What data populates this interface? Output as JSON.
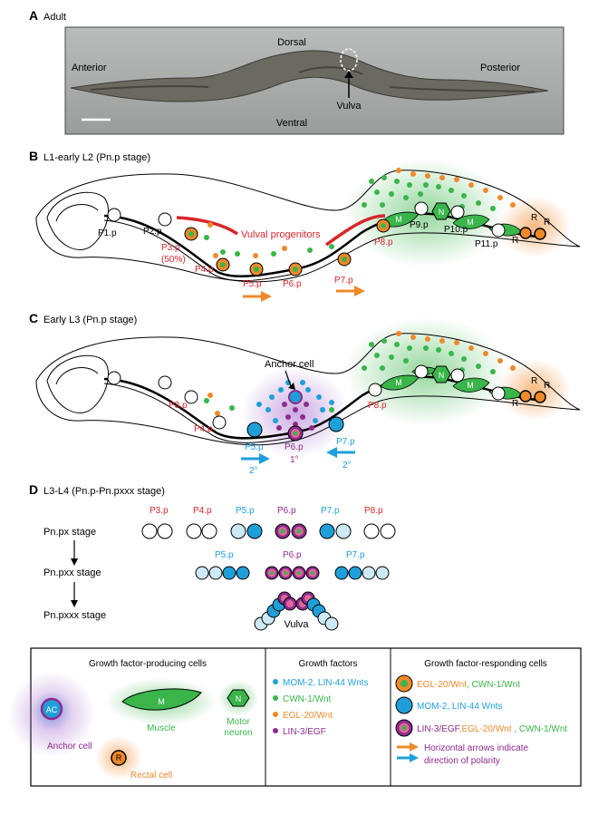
{
  "panel_a": {
    "letter": "A",
    "title": "Adult",
    "labels": {
      "dorsal": "Dorsal",
      "ventral": "Ventral",
      "anterior": "Anterior",
      "posterior": "Posterior",
      "vulva": "Vulva"
    }
  },
  "panel_b": {
    "letter": "B",
    "title": "L1-early L2 (Pn.p stage)",
    "cells": {
      "p1": "P1.p",
      "p2": "P2.p",
      "p3": "P3.p",
      "p3pct": "(50%)",
      "p4": "P4.p",
      "p5": "P5.p",
      "p6": "P6.p",
      "p7": "P7.p",
      "p8": "P8.p",
      "p9": "P9.p",
      "p10": "P10.p",
      "p11": "P11.p"
    },
    "vulval_progenitors": "Vulval progenitors",
    "muscle_letter": "M",
    "neuron_letter": "N",
    "rectal_letter": "R"
  },
  "panel_c": {
    "letter": "C",
    "title": "Early L3 (Pn.p stage)",
    "anchor_cell": "Anchor cell",
    "cells": {
      "p3": "P3.p",
      "p4": "P4.p",
      "p5": "P5.p",
      "p6": "P6.p",
      "p7": "P7.p",
      "p8": "P8.p"
    },
    "fates": {
      "p5": "2°",
      "p6": "1°",
      "p7": "2°"
    }
  },
  "panel_d": {
    "letter": "D",
    "title": "L3-L4 (Pn.p-Pn.pxxx stage)",
    "stages": [
      "Pn.px stage",
      "Pn.pxx stage",
      "Pn.pxxx stage"
    ],
    "row1_labels": [
      "P3.p",
      "P4.p",
      "P5.p",
      "P6.p",
      "P7.p",
      "P8.p"
    ],
    "row2_labels": [
      "P5.p",
      "P6.p",
      "P7.p"
    ],
    "vulva": "Vulva"
  },
  "legend": {
    "producing": {
      "title": "Growth factor-producing cells",
      "ac": "AC",
      "anchor": "Anchor cell",
      "muscle": "Muscle",
      "muscle_letter": "M",
      "motor": "Motor neuron",
      "motor_letter": "N",
      "rectal": "Rectal cell",
      "rectal_letter": "R"
    },
    "factors": {
      "title": "Growth factors",
      "items": [
        "MOM-2, LIN-44 Wnts",
        "CWN-1/Wnt",
        "EGL-20/Wnt",
        "LIN-3/EGF"
      ]
    },
    "responding": {
      "title": "Growth factor-responding cells",
      "r1a": "EGL-20/Wnt",
      "r1b": ", CWN-1/Wnt",
      "r2": "MOM-2, LIN-44 Wnts",
      "r3a": "LIN-3/EGF",
      "r3b": ",EGL-20/Wnt",
      "r3c": " , CWN-1/Wnt",
      "arrows_1": "Horizontal arrows indicate",
      "arrows_2": "direction of polarity"
    }
  },
  "colors": {
    "red": "#d7262b",
    "cyan": "#1e9fd9",
    "lightblue": "#cde9f5",
    "green": "#3ab54a",
    "orange": "#f0892a",
    "purple": "#8e2b8e",
    "pink": "#e0679a"
  }
}
